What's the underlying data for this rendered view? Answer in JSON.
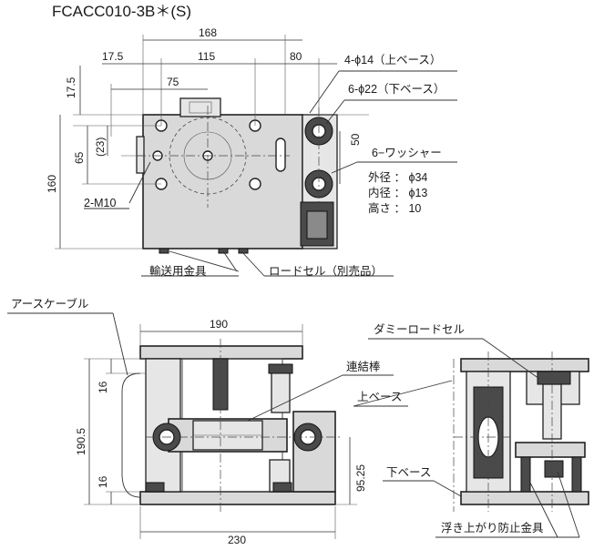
{
  "title": "FCACC010-3B＊(S)",
  "top_view": {
    "dims": {
      "overall_width": "168",
      "left_offset": "17.5",
      "hole_span": "115",
      "right_span": "80",
      "inner_span": "75",
      "top_offset": "17.5",
      "bracket": "(23)",
      "height_65": "65",
      "height_160": "160",
      "washer_pitch": "50"
    },
    "labels": {
      "upper_base_holes": "4-ϕ14（上ベース）",
      "lower_base_holes": "6-ϕ22（下ベース）",
      "washer": "6−ワッシャー",
      "washer_od": "外径 ： ϕ34",
      "washer_id": "内径 ： ϕ13",
      "washer_h": "高さ ： 10",
      "tap": "2-M10",
      "transport_fixture": "輸送用金具",
      "load_cell": "ロードセル（別売品）"
    }
  },
  "front_view": {
    "dims": {
      "width_190": "190",
      "width_230": "230",
      "height_190_5": "190.5",
      "h16_top": "16",
      "h16_bottom": "16",
      "h95_25": "95.25"
    },
    "labels": {
      "earth_cable": "アースケーブル",
      "connecting_rod": "連結棒",
      "upper_base": "上ベース",
      "lower_base": "下ベース"
    }
  },
  "side_view": {
    "labels": {
      "dummy_load_cell": "ダミーロードセル",
      "anti_lift": "浮き上がり防止金具"
    }
  }
}
